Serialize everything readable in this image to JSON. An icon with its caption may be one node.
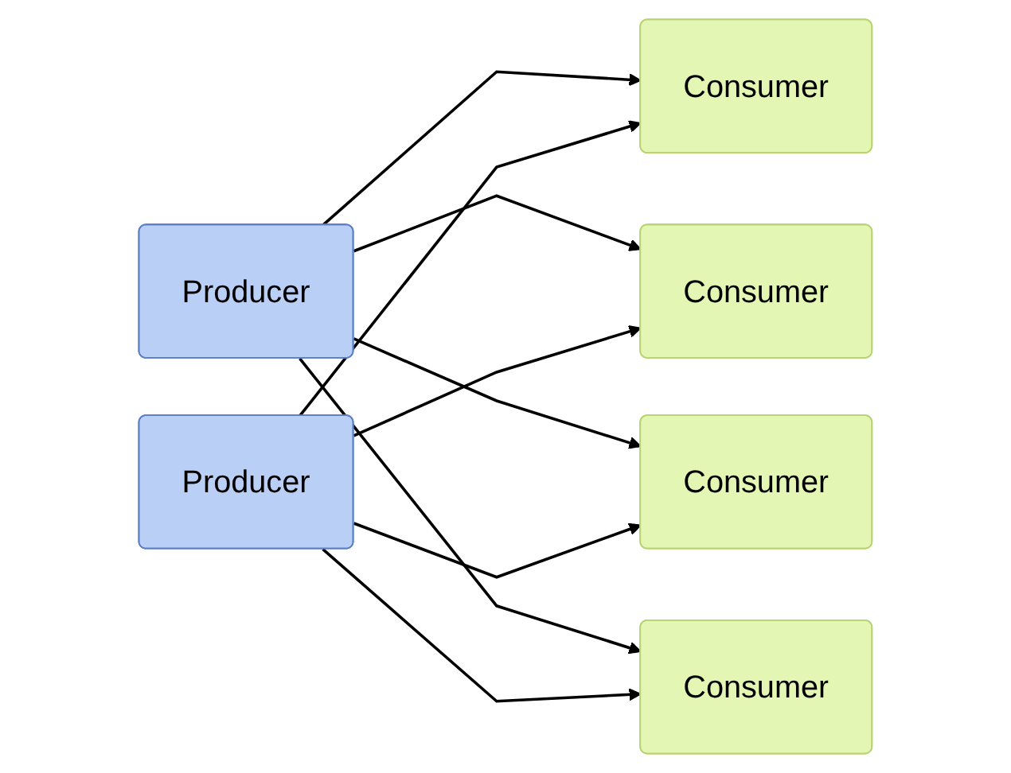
{
  "diagram": {
    "nodes": [
      {
        "text": [
          "Producer"
        ]
      },
      {
        "text": [
          "Producer"
        ]
      },
      {
        "text": [
          "Consumer"
        ]
      },
      {
        "text": [
          "Consumer"
        ]
      },
      {
        "text": [
          "Consumer"
        ]
      },
      {
        "text": [
          "Consumer"
        ]
      }
    ],
    "edges": [
      {
        "from": 0,
        "to": 2,
        "arrow": "to"
      },
      {
        "from": 0,
        "to": 3,
        "arrow": "to"
      },
      {
        "from": 0,
        "to": 4,
        "arrow": "to"
      },
      {
        "from": 0,
        "to": 5,
        "arrow": "to"
      },
      {
        "from": 1,
        "to": 2,
        "arrow": "to"
      },
      {
        "from": 1,
        "to": 3,
        "arrow": "to"
      },
      {
        "from": 1,
        "to": 4,
        "arrow": "to"
      },
      {
        "from": 1,
        "to": 5,
        "arrow": "to"
      }
    ]
  }
}
